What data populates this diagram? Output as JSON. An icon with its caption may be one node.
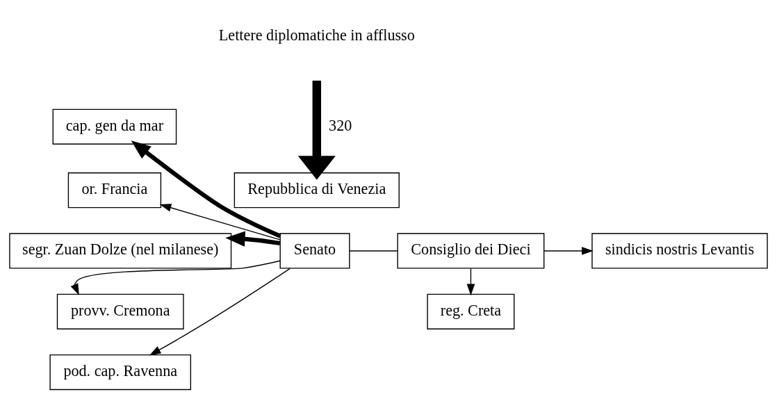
{
  "diagram": {
    "nodes": [
      {
        "text": [
          "Repubblica di Venezia"
        ]
      },
      {
        "text": [
          "Senato"
        ]
      },
      {
        "text": [
          "Consiglio dei Dieci"
        ]
      },
      {
        "text": [
          "cap. gen da mar"
        ]
      },
      {
        "text": [
          "or. Francia"
        ]
      },
      {
        "text": [
          "segr. Zuan Dolze (nel milanese)"
        ]
      },
      {
        "text": [
          "provv. Cremona"
        ]
      },
      {
        "text": [
          "pod. cap. Ravenna"
        ]
      },
      {
        "text": [
          "sindicis nostris Levantis"
        ]
      },
      {
        "text": [
          "reg. Creta"
        ]
      }
    ],
    "edges": [
      {
        "from": null,
        "to": 0,
        "arrow": "to",
        "label": "320",
        "style": "thick"
      },
      {
        "from": 1,
        "to": 3,
        "arrow": "to",
        "style": "thick"
      },
      {
        "from": 1,
        "to": 4,
        "arrow": "to"
      },
      {
        "from": 1,
        "to": 5,
        "arrow": "to",
        "style": "thick"
      },
      {
        "from": 1,
        "to": 6,
        "arrow": "to"
      },
      {
        "from": 1,
        "to": 7,
        "arrow": "to"
      },
      {
        "from": 1,
        "to": 2,
        "arrow": "none"
      },
      {
        "from": 2,
        "to": 8,
        "arrow": "to"
      },
      {
        "from": 2,
        "to": 9,
        "arrow": "to"
      }
    ],
    "labels": [
      "Lettere diplomatiche in afflusso"
    ]
  }
}
